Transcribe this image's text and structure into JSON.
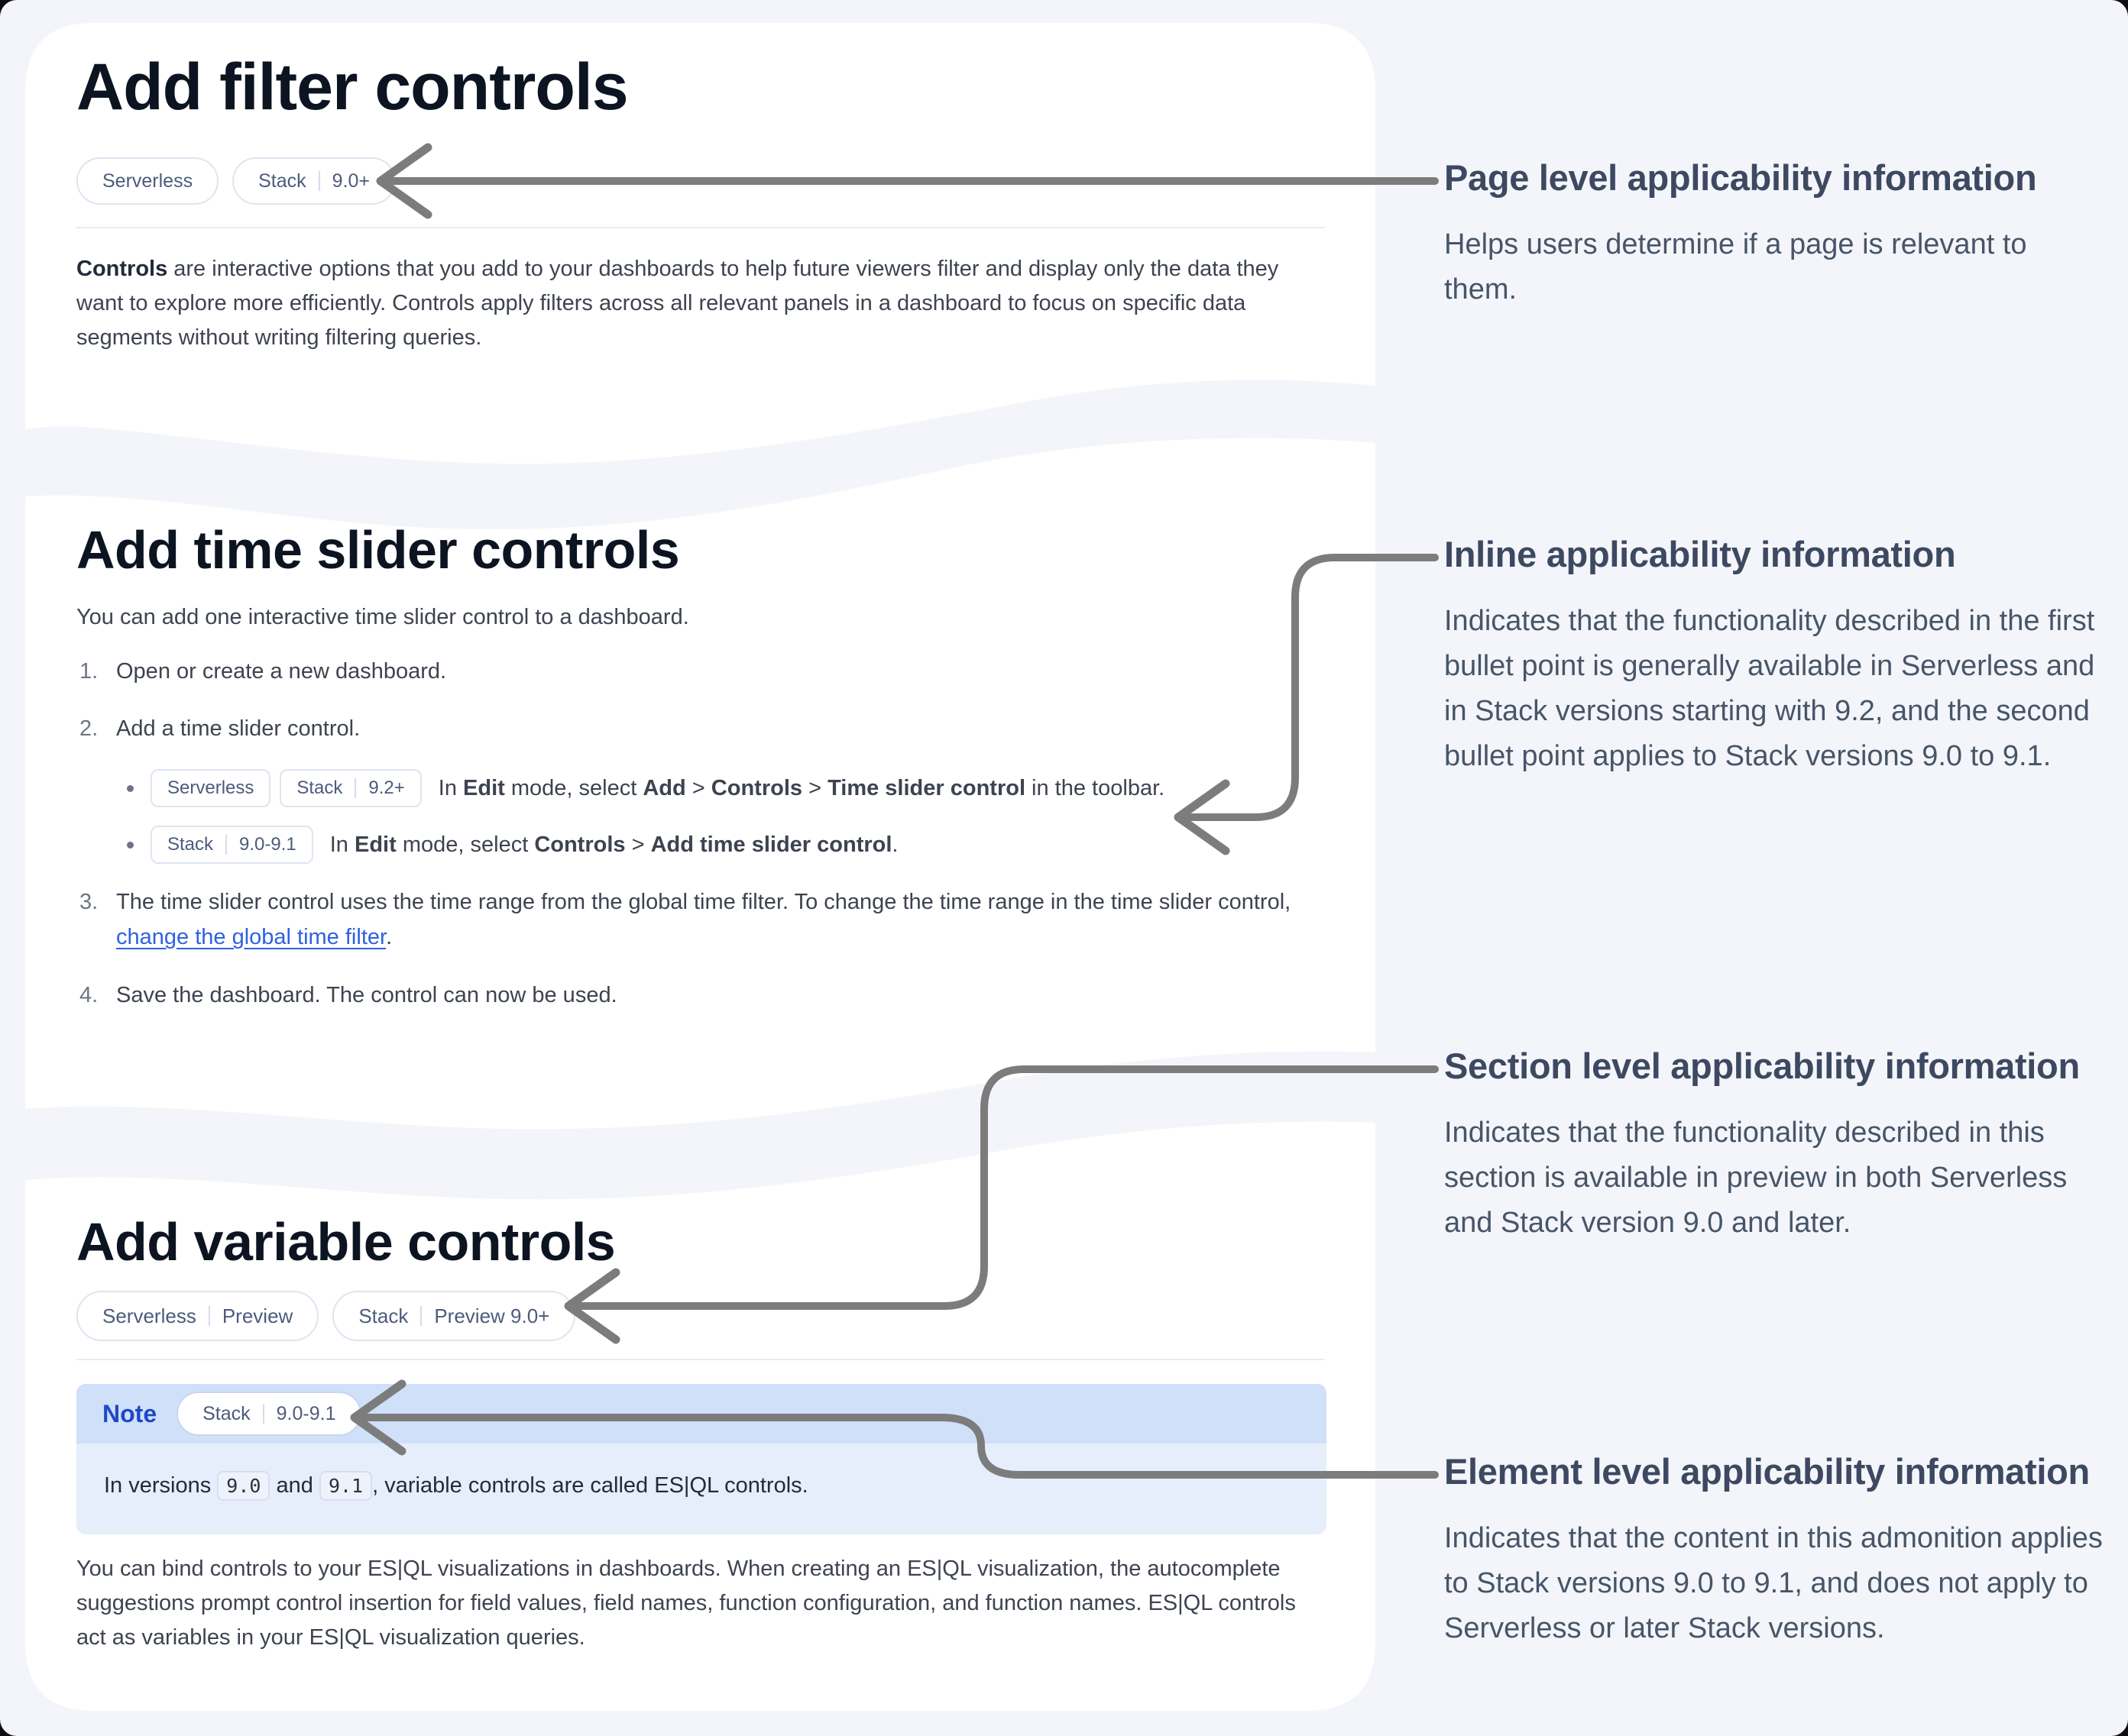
{
  "theme": {
    "bg": "#f4f5fa",
    "card": "#ffffff",
    "heading": "#0d1421",
    "body": "#3d4350",
    "bold": "#232b3a",
    "muted": "#6e7684",
    "badgeText": "#4d5b7c",
    "badgeBorder": "#dfe4f0",
    "hr": "#e9ecf4",
    "link": "#2e62e0",
    "noteLabel": "#1d49c8",
    "noteHeader": "#cfe0f8",
    "noteBody": "#e6eefb",
    "codeBg": "#eef2fb",
    "codeBorder": "#d7def0",
    "annTitle": "#3c4961",
    "annBody": "#475568",
    "arrow": "#7c7c7c"
  },
  "card1": {
    "title": "Add filter controls",
    "badge1": {
      "a": "Serverless"
    },
    "badge2": {
      "a": "Stack",
      "b": "9.0+"
    },
    "para": {
      "b0": "Controls",
      "t0": " are interactive options that you add to your dashboards to help future viewers filter and display only the data they want to explore more efficiently. Controls apply filters across all relevant panels in a dashboard to focus on specific data segments without writing filtering queries."
    }
  },
  "card2": {
    "title": "Add time slider controls",
    "intro": "You can add one interactive time slider control to a dashboard.",
    "step1": {
      "num": "1.",
      "text": "Open or create a new dashboard."
    },
    "step2": {
      "num": "2.",
      "text": "Add a time slider control."
    },
    "bullet1": {
      "badge1": {
        "a": "Serverless"
      },
      "badge2": {
        "a": "Stack",
        "b": "9.2+"
      },
      "t0": "In ",
      "b1": "Edit",
      "t1": " mode, select ",
      "b2": "Add",
      "t2": " > ",
      "b3": "Controls",
      "t3": " > ",
      "b4": "Time slider control",
      "t4": " in the toolbar."
    },
    "bullet2": {
      "badge1": {
        "a": "Stack",
        "b": "9.0-9.1"
      },
      "t0": "In ",
      "b1": "Edit",
      "t1": " mode, select ",
      "b2": "Controls",
      "t2": " > ",
      "b3": "Add time slider control",
      "t3": "."
    },
    "step3": {
      "num": "3.",
      "t0": "The time slider control uses the time range from the global time filter. To change the time range in the time slider control, ",
      "link": "change the global time filter",
      "t1": "."
    },
    "step4": {
      "num": "4.",
      "text": "Save the dashboard. The control can now be used."
    }
  },
  "card3": {
    "title": "Add variable controls",
    "badge1": {
      "a": "Serverless",
      "b": "Preview"
    },
    "badge2": {
      "a": "Stack",
      "b": "Preview 9.0+"
    },
    "note": {
      "label": "Note",
      "badge": {
        "a": "Stack",
        "b": "9.0-9.1"
      },
      "t0": "In versions ",
      "c0": "9.0",
      "t1": " and ",
      "c1": "9.1",
      "t2": ", variable controls are called ES|QL controls."
    },
    "para": "You can bind controls to your ES|QL visualizations in dashboards. When creating an ES|QL visualization, the autocomplete suggestions prompt control insertion for field values, field names, function configuration, and function names. ES|QL controls act as variables in your ES|QL visualization queries."
  },
  "annotations": {
    "a1": {
      "title": "Page level applicability information",
      "body": "Helps users determine if a page is relevant to them."
    },
    "a2": {
      "title": "Inline applicability information",
      "body": "Indicates that the functionality described in the first bullet point is generally available in Serverless and in Stack versions starting with 9.2, and the second bullet point applies to Stack versions 9.0 to 9.1."
    },
    "a3": {
      "title": "Section level applicability information",
      "body": "Indicates that the functionality described in this section is available in preview in both Serverless and Stack version 9.0 and later."
    },
    "a4": {
      "title": "Element level applicability information",
      "body": "Indicates that the content in this admonition applies to Stack versions 9.0 to 9.1, and does not apply to Serverless or later Stack versions."
    }
  }
}
